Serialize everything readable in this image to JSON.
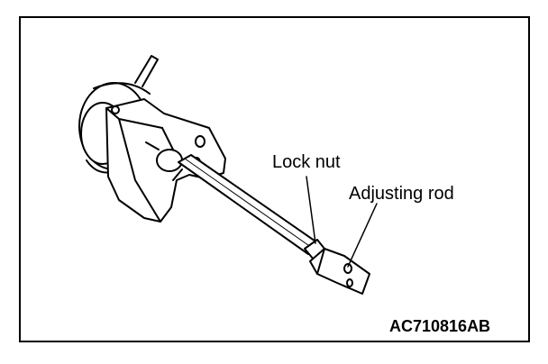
{
  "labels": {
    "lock_nut": "Lock nut",
    "adjusting_rod": "Adjusting rod"
  },
  "figure_code": "AC710816AB",
  "colors": {
    "line": "#000000",
    "background": "#ffffff"
  }
}
